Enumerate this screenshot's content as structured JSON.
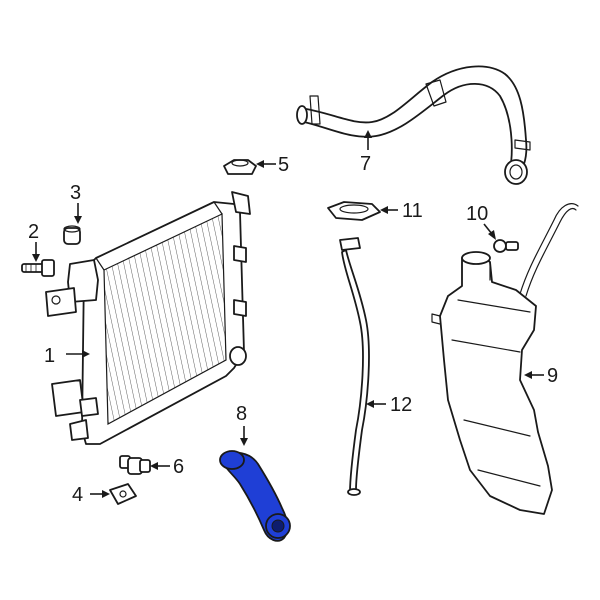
{
  "diagram": {
    "highlight_color": "#1f3fd6",
    "line_color": "#1a1a1a",
    "labels": {
      "part_1": "1",
      "part_2": "2",
      "part_3": "3",
      "part_4": "4",
      "part_5": "5",
      "part_6": "6",
      "part_7": "7",
      "part_8": "8",
      "part_9": "9",
      "part_10": "10",
      "part_11": "11",
      "part_12": "12"
    }
  }
}
